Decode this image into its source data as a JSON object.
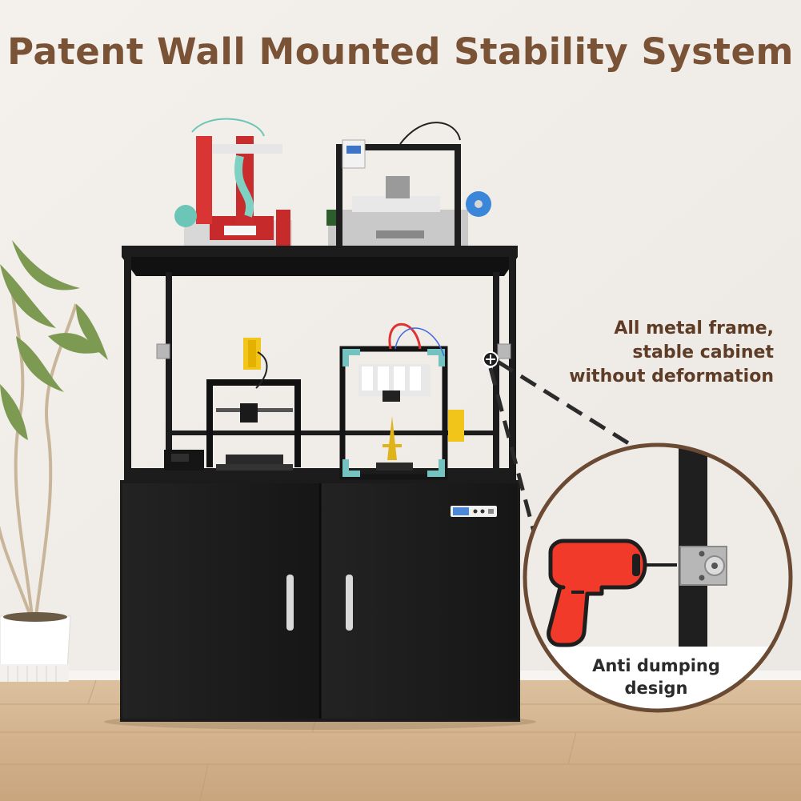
{
  "headline": "Patent Wall Mounted Stability System",
  "callout": {
    "lines": [
      "All metal frame,",
      "stable cabinet",
      "without deformation"
    ]
  },
  "zoom": {
    "caption_lines": [
      "Anti dumping",
      "design"
    ]
  },
  "colors": {
    "headline": "#7a5236",
    "callout_text": "#5e3c26",
    "zoom_ring": "#6b4a33",
    "cabinet": "#1d1d1d",
    "wall": "#f1eeea",
    "floor": "#d8b894",
    "drill": "#f23a2a"
  },
  "icons": {
    "drill": "drill-icon",
    "bracket": "wall-bracket-icon",
    "crosshair": "crosshair-icon"
  }
}
